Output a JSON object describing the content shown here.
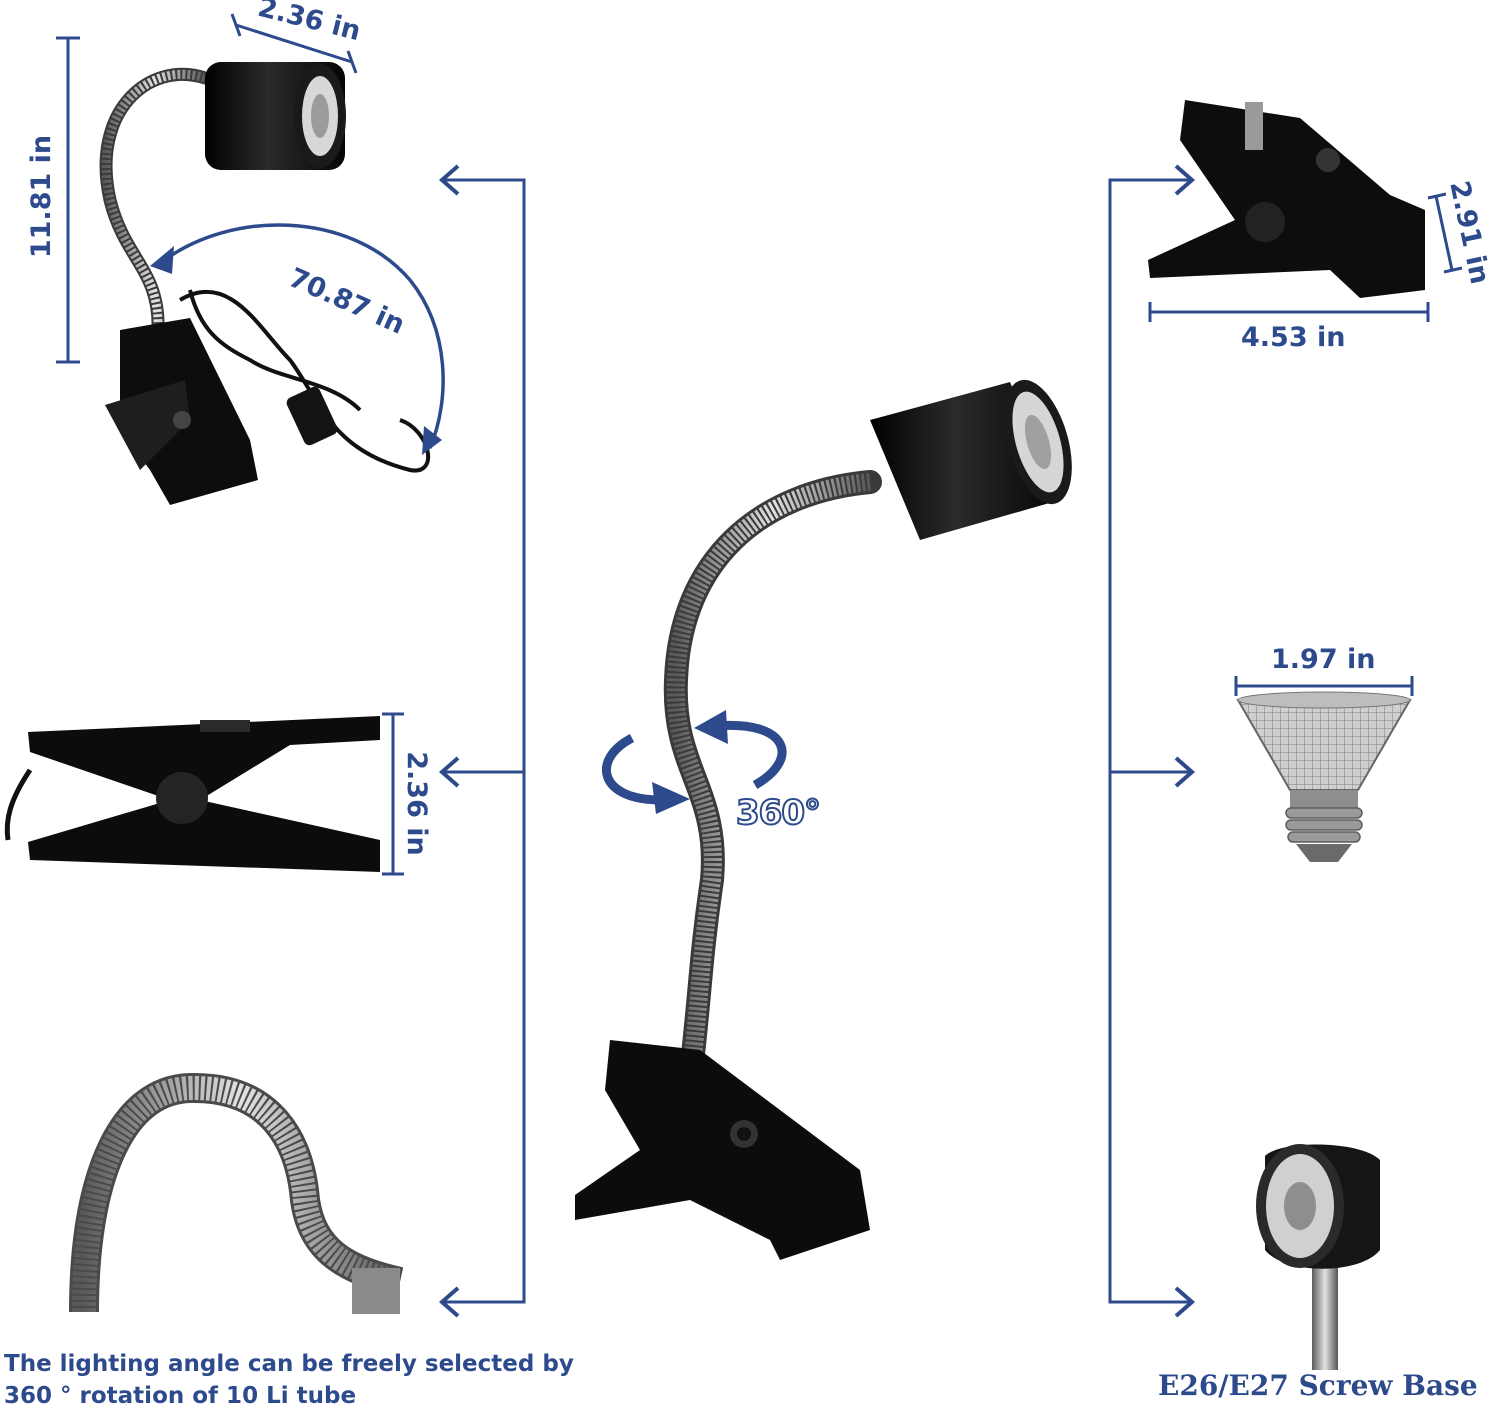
{
  "dimensions": {
    "lamp_head_width": "2.36 in",
    "gooseneck_length": "11.81 in",
    "cable_length": "70.87 in",
    "clip_opening": "2.36 in",
    "clip_height": "2.91 in",
    "clip_length": "4.53 in",
    "bulb_diameter": "1.97 in"
  },
  "rotation_label": "360°",
  "captions": {
    "rotation_line1": "The lighting angle can be freely selected by",
    "rotation_line2": "360 ° rotation of 10 Li tube",
    "socket": "E26/E27 Screw Base"
  },
  "colors": {
    "accent": "#2c4a8c",
    "fixture": "#111111",
    "metal": "#9a9a9a"
  },
  "icons": [
    "left-arrow-icon",
    "right-arrow-icon",
    "rotation-arrow-icon"
  ]
}
